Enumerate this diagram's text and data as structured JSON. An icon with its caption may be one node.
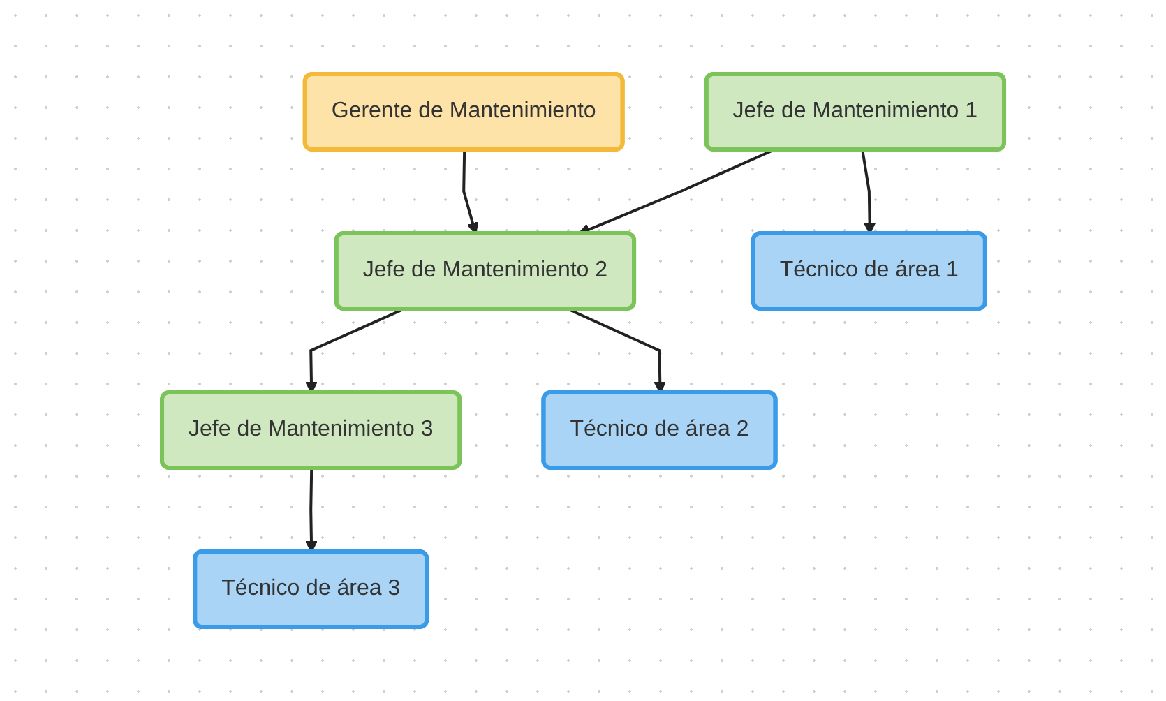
{
  "diagram": {
    "nodes": [
      {
        "text": [
          "Gerente de Mantenimiento"
        ]
      },
      {
        "text": [
          "Jefe de Mantenimiento 1"
        ]
      },
      {
        "text": [
          "Jefe de Mantenimiento 2"
        ]
      },
      {
        "text": [
          "Jefe de Mantenimiento 3"
        ]
      },
      {
        "text": [
          "Técnico de área 1"
        ]
      },
      {
        "text": [
          "Técnico de área 2"
        ]
      },
      {
        "text": [
          "Técnico de área 3"
        ]
      }
    ],
    "edges": [
      {
        "from": 0,
        "to": 2,
        "arrow": "to"
      },
      {
        "from": 1,
        "to": 2,
        "arrow": "to"
      },
      {
        "from": 2,
        "to": 3,
        "arrow": "to"
      },
      {
        "from": 1,
        "to": 4,
        "arrow": "to"
      },
      {
        "from": 2,
        "to": 5,
        "arrow": "to"
      },
      {
        "from": 3,
        "to": 6,
        "arrow": "to"
      }
    ]
  }
}
